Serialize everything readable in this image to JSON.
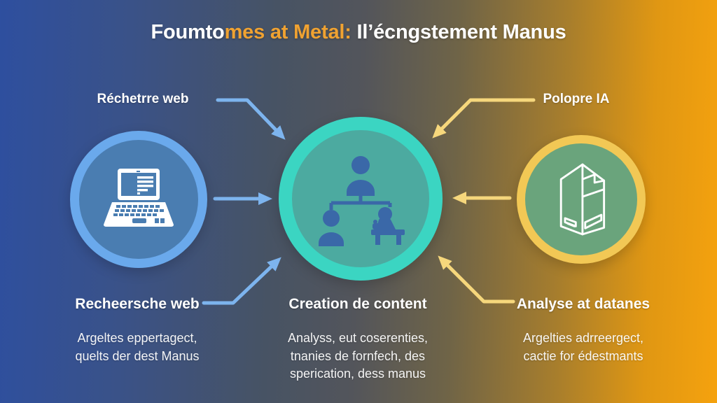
{
  "title": {
    "part1": "Foumto",
    "part2": "mes at Metal:",
    "part3": " Il’écngstement Manus"
  },
  "callouts": {
    "top_left": "Réchetrre web",
    "top_right": "Polopre IA"
  },
  "nodes": {
    "left": {
      "icon": "laptop-icon",
      "heading": "Recheersche web",
      "description": "Argeltes eppertagect,\nquelts der dest Manus"
    },
    "center": {
      "icon": "org-chart-people-icon",
      "heading": "Creation de content",
      "description": "Analyss, eut coserenties,\ntnanies de fornfech, des\nsperication, dess manus"
    },
    "right": {
      "icon": "building-icon",
      "heading": "Analyse at datanes",
      "description": "Argelties adrreergect,\ncactie for édestmants"
    }
  },
  "colors": {
    "background_left": "#2e4f9f",
    "background_right": "#f5a20e",
    "title_accent": "#f0a231",
    "blue_arrow": "#7db4ee",
    "yellow_arrow": "#f6d77c",
    "left_ring": "#6aa9ec",
    "left_fill": "#4a7db1",
    "center_ring": "#3bd5c2",
    "center_fill": "#4caaa0",
    "center_icon": "#3a68a8",
    "right_ring": "#f2c855",
    "right_fill": "#6aa47c"
  }
}
